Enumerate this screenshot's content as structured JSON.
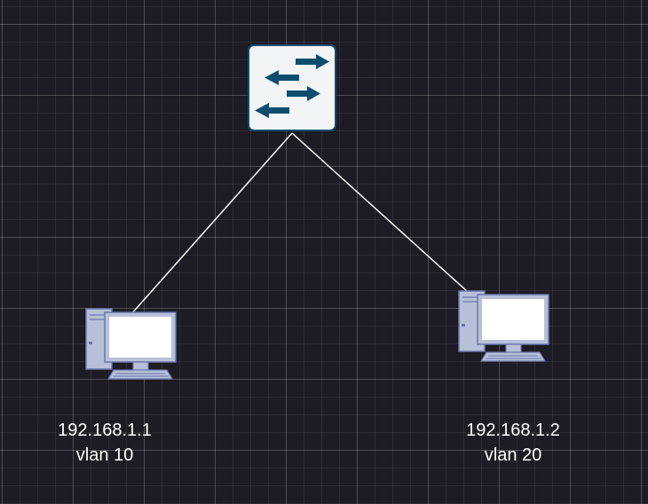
{
  "diagram": {
    "nodes": [
      {
        "id": "switch",
        "type": "switch",
        "icon": "switch-icon"
      },
      {
        "id": "pc1",
        "type": "computer",
        "icon": "desktop-computer-icon",
        "ip": "192.168.1.1",
        "vlan": "vlan 10"
      },
      {
        "id": "pc2",
        "type": "computer",
        "icon": "desktop-computer-icon",
        "ip": "192.168.1.2",
        "vlan": "vlan 20"
      }
    ],
    "edges": [
      {
        "from": "switch",
        "to": "pc1"
      },
      {
        "from": "switch",
        "to": "pc2"
      }
    ]
  },
  "colors": {
    "background": "#1d1b23",
    "switch_fill": "#f2f4f6",
    "switch_border": "#0e4d6e",
    "arrow": "#0e4d6e",
    "computer_frame": "#b7c0d8",
    "computer_outline": "#6a78ac",
    "link": "#ffffff",
    "label": "#ffffff"
  }
}
